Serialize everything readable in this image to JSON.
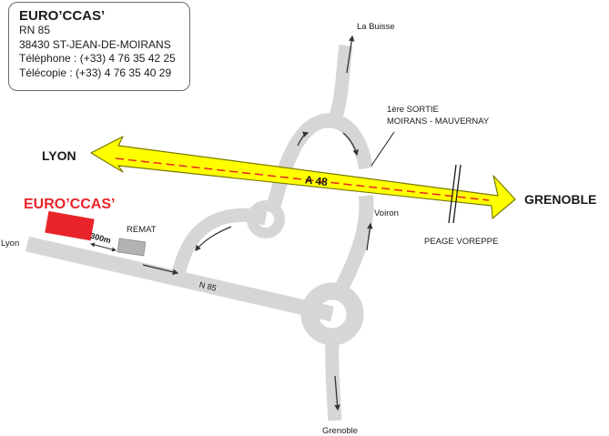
{
  "company": {
    "name": "EURO’CCAS’",
    "address_line1": "RN 85",
    "address_line2": "38430 ST-JEAN-DE-MOIRANS",
    "phone": "Téléphone : (+33) 4 76 35 42 25",
    "fax": "Télécopie : (+33) 4 76 35 40 29"
  },
  "map": {
    "company_label": "EURO’CCAS’",
    "neighbor_label": "REMAT",
    "distance_label": "300m",
    "highway_label": "A 48",
    "road_label": "N 85",
    "city_west": "LYON",
    "city_east": "GRENOBLE",
    "exit_line1": "1ère SORTIE",
    "exit_line2": "MOIRANS - MAUVERNAY",
    "toll_label": "PEAGE VOREPPE",
    "dest_north": "La Buisse",
    "dest_voiron": "Voiron",
    "dest_south": "Grenoble",
    "dest_lyon_road": "Lyon"
  },
  "colors": {
    "highway_fill": "#ffff00",
    "highway_stroke": "#7a7a00",
    "highway_dash": "#e8242a",
    "road": "#d6d6d6",
    "company_block": "#e8242a",
    "company_text": "#e8242a",
    "neighbor_block": "#b3b3b3",
    "ink": "#1a1a1a"
  }
}
